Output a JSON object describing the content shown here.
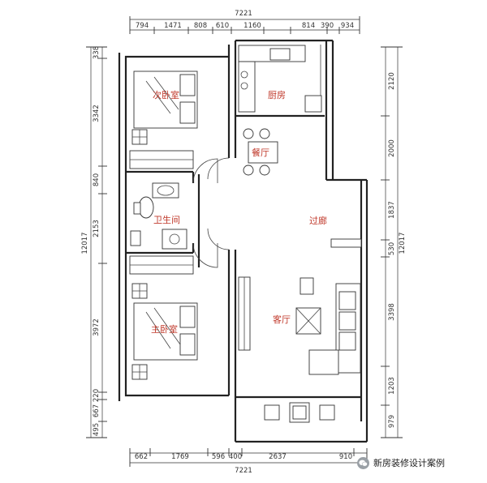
{
  "dimensions": {
    "top_total": "7221",
    "top_segments": [
      "794",
      "1471",
      "808",
      "610",
      "1160",
      "814",
      "390",
      "934"
    ],
    "bottom_total": "7221",
    "bottom_segments": [
      "662",
      "1769",
      "596",
      "400",
      "2637",
      "910"
    ],
    "left_total": "12017",
    "left_segments": [
      "338",
      "3342",
      "840",
      "2153",
      "3972",
      "220",
      "667",
      "495"
    ],
    "right_total": "12017",
    "right_segments": [
      "2120",
      "2000",
      "1837",
      "530",
      "3398",
      "1203",
      "979"
    ]
  },
  "rooms": {
    "second_bedroom": "次卧室",
    "kitchen": "厨房",
    "dining": "餐厅",
    "bathroom": "卫生间",
    "hallway": "过廊",
    "master_bedroom": "主卧室",
    "living_room": "客厅"
  },
  "watermark": {
    "text": "新房装修设计案例",
    "icon": "wechat-icon"
  }
}
